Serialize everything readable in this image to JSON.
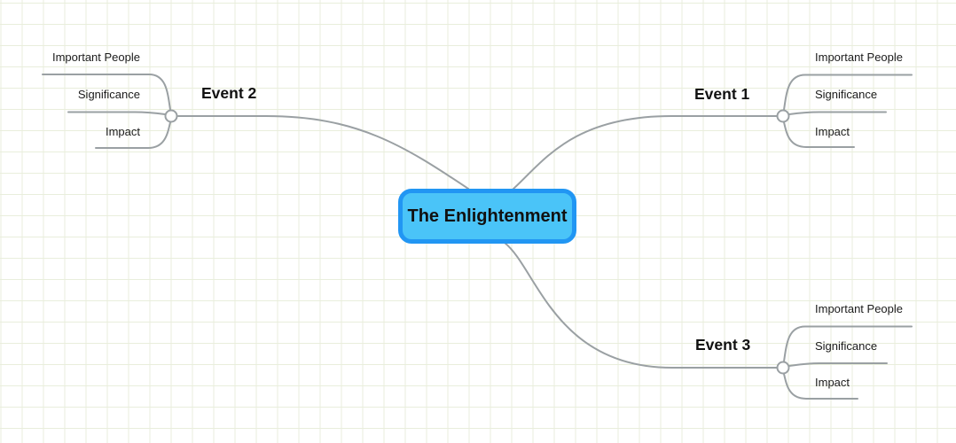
{
  "colors": {
    "topic_fill": "#4ac4f8",
    "topic_border": "#2196f3",
    "connector": "#9aa0a3",
    "grid_line": "#e9eedc",
    "text": "#1b1b1b"
  },
  "central_topic": {
    "label": "The Enlightenment"
  },
  "branches": [
    {
      "label": "Event 1",
      "position": "top-right",
      "children": [
        "Important People",
        "Significance",
        "Impact"
      ]
    },
    {
      "label": "Event 2",
      "position": "top-left",
      "children": [
        "Important People",
        "Significance",
        "Impact"
      ]
    },
    {
      "label": "Event 3",
      "position": "bottom-right",
      "children": [
        "Important People",
        "Significance",
        "Impact"
      ]
    }
  ]
}
